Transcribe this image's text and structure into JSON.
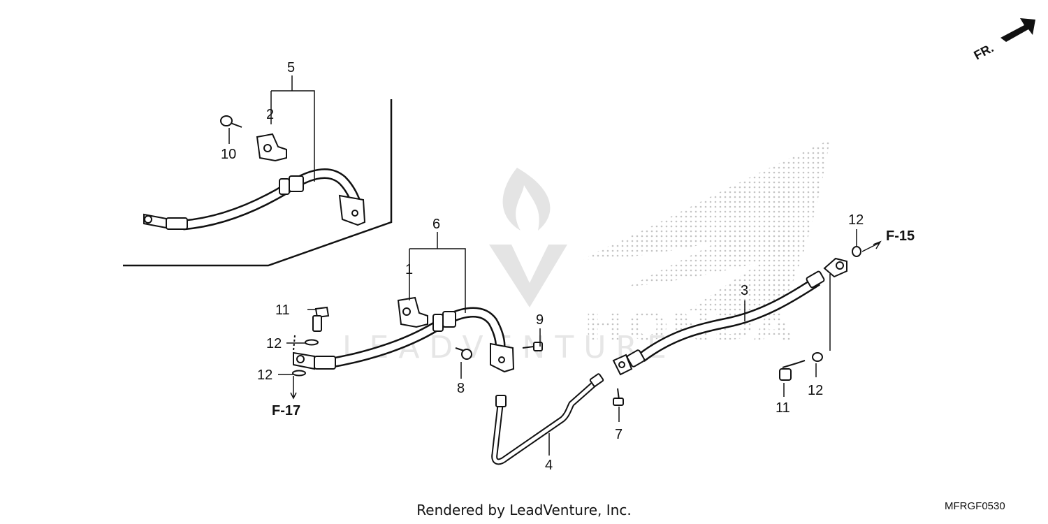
{
  "diagram": {
    "callouts": {
      "c1": "1",
      "c2": "2",
      "c3": "3",
      "c4": "4",
      "c5": "5",
      "c6": "6",
      "c7": "7",
      "c8": "8",
      "c9": "9",
      "c10": "10",
      "c11a": "11",
      "c11b": "11",
      "c12a": "12",
      "c12b": "12",
      "c12c": "12",
      "c12d": "12"
    },
    "references": {
      "f15": "F-15",
      "f17": "F-17"
    },
    "direction": "FR.",
    "watermark": {
      "brand": "HONDA",
      "logo_text": "LEADVENTURE",
      "colors": {
        "wing": "#c9c9c9",
        "logo": "#e4e4e4"
      }
    }
  },
  "footer": {
    "credit": "Rendered by LeadVenture, Inc.",
    "diagram_code": "MFRGF0530"
  },
  "colors": {
    "line": "#111111",
    "background": "#ffffff"
  }
}
